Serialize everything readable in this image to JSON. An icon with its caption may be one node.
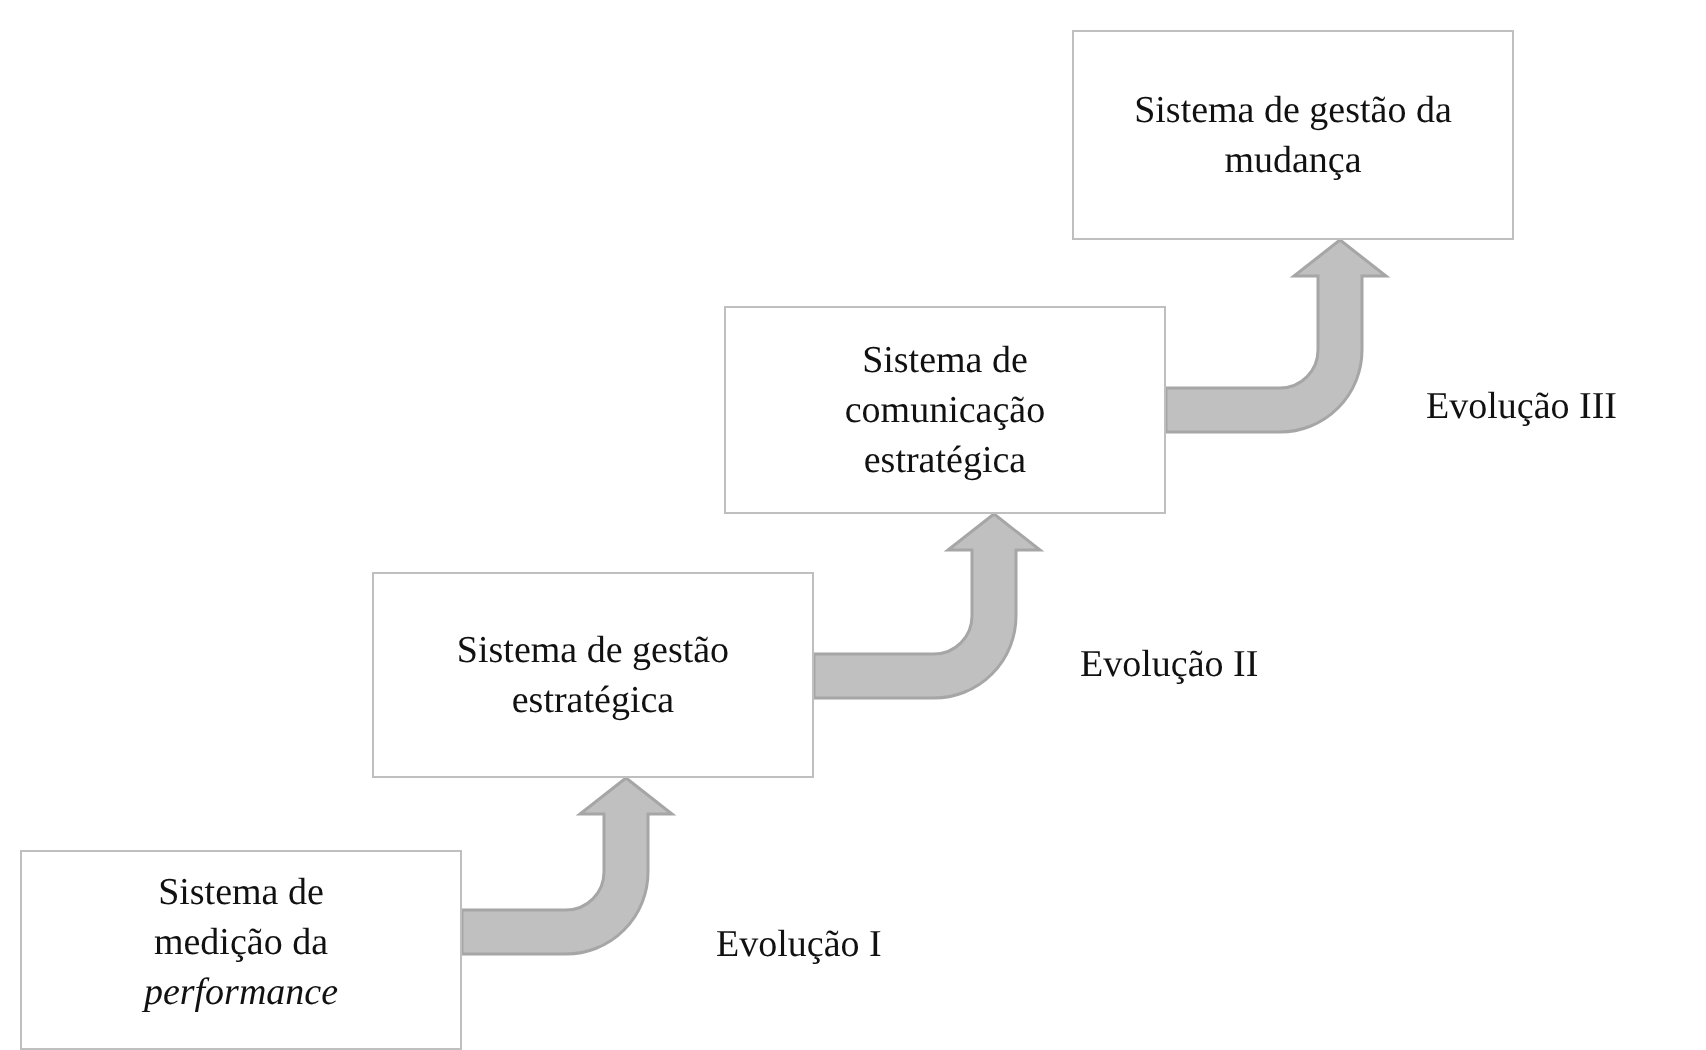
{
  "diagram": {
    "nodes": [
      {
        "text": [
          "Sistema de medição da *performance*"
        ]
      },
      {
        "text": [
          "Sistema de gestão estratégica"
        ]
      },
      {
        "text": [
          "Sistema de comunicação estratégica"
        ]
      },
      {
        "text": [
          "Sistema de gestão da mudança"
        ]
      }
    ],
    "edges": [
      {
        "from": 0,
        "to": 1,
        "arrow": "to",
        "label": "Evolução I"
      },
      {
        "from": 1,
        "to": 2,
        "arrow": "to",
        "label": "Evolução II"
      },
      {
        "from": 2,
        "to": 3,
        "arrow": "to",
        "label": "Evolução III"
      }
    ]
  }
}
